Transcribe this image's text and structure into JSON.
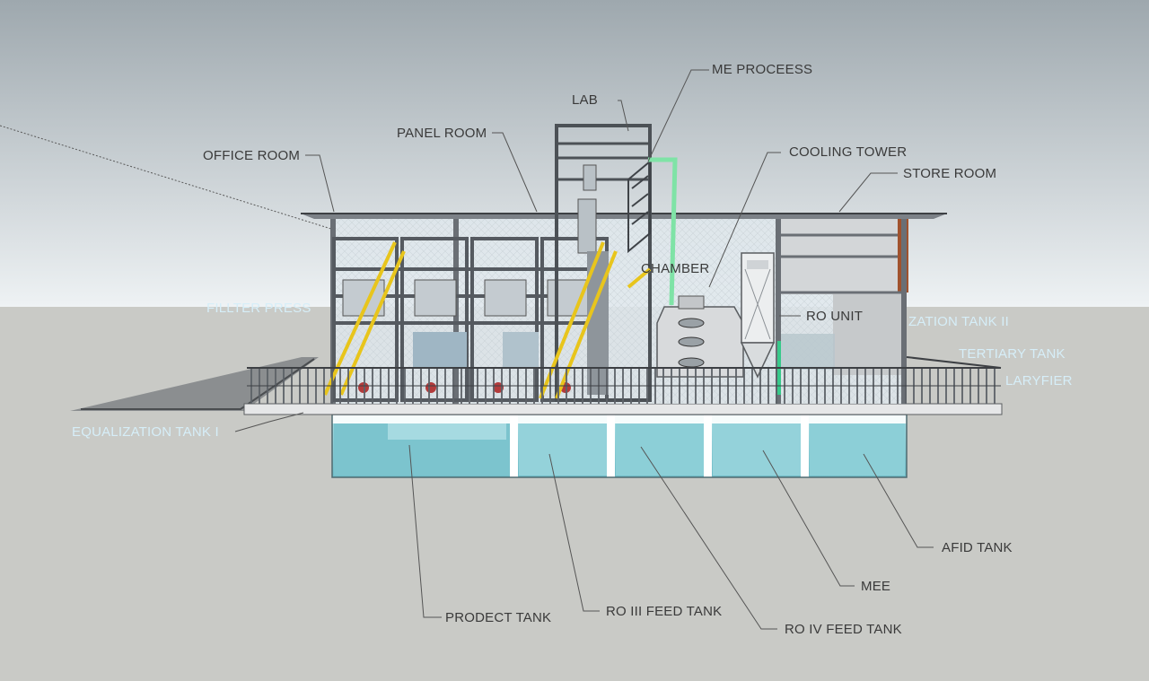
{
  "labels": {
    "me_process": "ME PROCEESS",
    "lab": "LAB",
    "panel_room": "PANEL ROOM",
    "office_room": "OFFICE ROOM",
    "cooling_tower": "COOLING TOWER",
    "store_room": "STORE ROOM",
    "chamber": "CHAMBER",
    "filter_press": "FILLTER PRESS",
    "ro_unit": "RO UNIT",
    "equalization_tank_ii": "ZATION TANK II",
    "tertiary_tank": "TERTIARY TANK",
    "clarifier": "LARYFIER",
    "equalization_tank_i": "EQUALIZATION TANK I",
    "afid_tank": "AFID TANK",
    "mee": "MEE",
    "product_tank": "PRODECT TANK",
    "ro_iii_feed_tank": "RO III FEED TANK",
    "ro_iv_feed_tank": "RO IV FEED TANK"
  },
  "colors": {
    "sky_top": "#9ea8ae",
    "sky_bottom": "#e9eef1",
    "ground": "#c9cac6",
    "water": "#8fd0d8",
    "structure": "#6a6f75",
    "ladder": "#e8c51c",
    "pipe_green": "#7fe3a6",
    "label_dark": "#3a3a3a",
    "label_faint": "#d6eef8"
  }
}
